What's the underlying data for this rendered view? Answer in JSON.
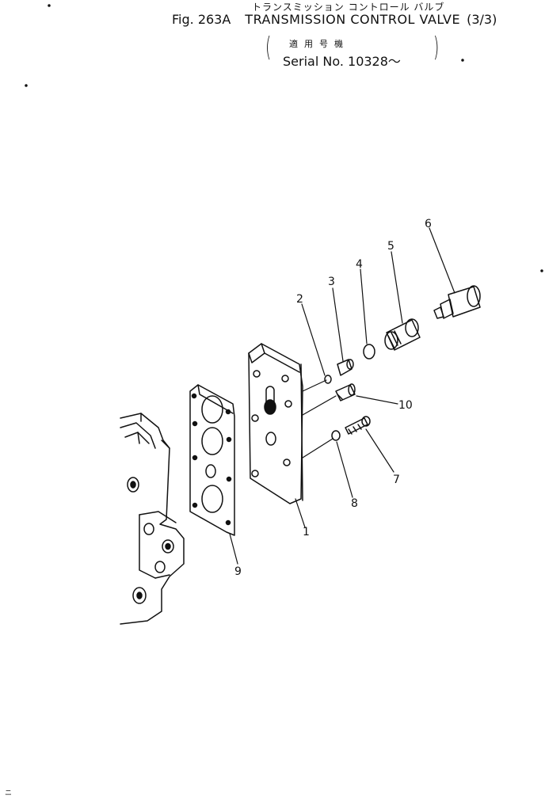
{
  "header": {
    "japanese_title": "トランスミッション コントロール バルブ",
    "figure_number": "Fig. 263A",
    "title": "TRANSMISSION CONTROL VALVE",
    "page": "(3/3)",
    "applicability_japanese": "適用号機",
    "serial": "Serial No. 10328～"
  },
  "callouts": [
    "1",
    "2",
    "3",
    "4",
    "5",
    "6",
    "7",
    "8",
    "9",
    "10"
  ],
  "footer_mark": "ニ"
}
